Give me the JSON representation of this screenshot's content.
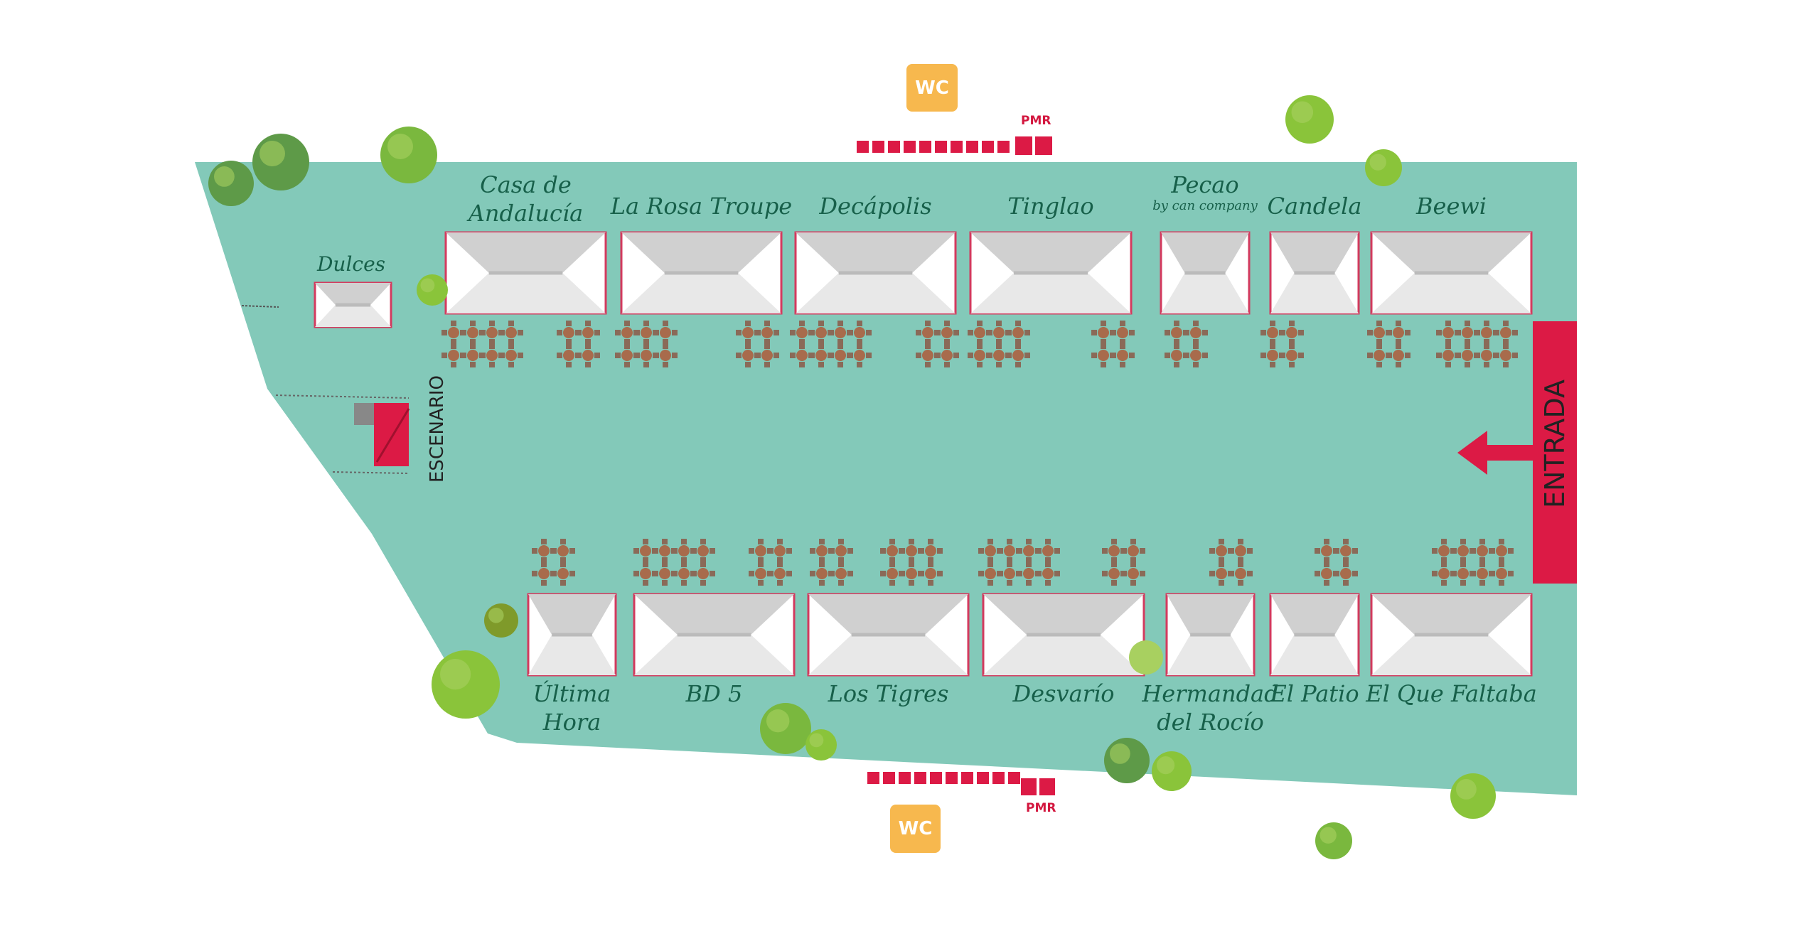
{
  "colors": {
    "ground": "#83c9b9",
    "accent": "#dc1a45",
    "wc": "#f7b84e",
    "label": "#17604a",
    "table": "#a86b4c"
  },
  "top_stalls": [
    {
      "name": "Casa de",
      "name2": "Andalucía"
    },
    {
      "name": "La Rosa Troupe"
    },
    {
      "name": "Decápolis"
    },
    {
      "name": "Tinglao"
    },
    {
      "name": "Pecao",
      "sub": "by can company"
    },
    {
      "name": "Candela"
    },
    {
      "name": "Beewi"
    }
  ],
  "bottom_stalls": [
    {
      "name": "Última",
      "name2": "Hora"
    },
    {
      "name": "BD 5"
    },
    {
      "name": "Los Tigres"
    },
    {
      "name": "Desvarío"
    },
    {
      "name": "Hermandad",
      "name2": "del Rocío"
    },
    {
      "name": "El Patio"
    },
    {
      "name": "El Que Faltaba"
    }
  ],
  "dulces": "Dulces",
  "stage": "ESCENARIO",
  "entrance": "ENTRADA",
  "wc_top": "WC",
  "wc_bottom": "WC",
  "pmr_top": "PMR",
  "pmr_bottom": "PMR"
}
